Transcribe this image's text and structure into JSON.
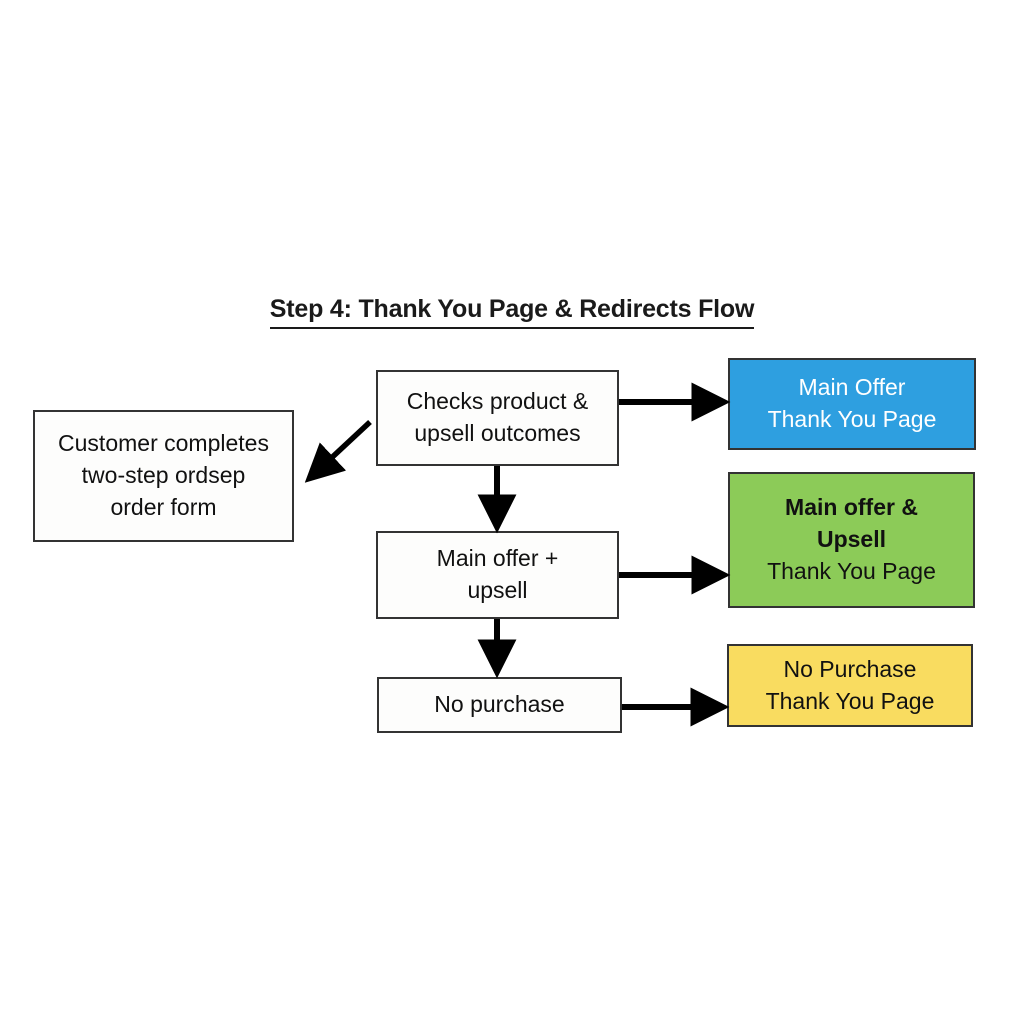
{
  "title": "Step 4: Thank You Page & Redirects Flow",
  "nodes": {
    "customer": {
      "line1": "Customer completes",
      "line2": "two-step ordsep",
      "line3": "order form"
    },
    "checks": {
      "line1": "Checks product &",
      "line2": "upsell outcomes"
    },
    "main_offer_upsell": {
      "line1": "Main offer +",
      "line2": "upsell"
    },
    "no_purchase": {
      "line1": "No purchase"
    },
    "blue_thank_you": {
      "line1": "Main Offer",
      "line2": "Thank You Page"
    },
    "green_thank_you": {
      "line1": "Main offer &",
      "line2": "Upsell",
      "line3": "Thank You Page"
    },
    "yellow_thank_you": {
      "line1": "No Purchase",
      "line2": "Thank You Page"
    }
  },
  "colors": {
    "blue": "#2E9FE0",
    "green": "#8CCB58",
    "yellow": "#F9DC60",
    "outline": "#333333",
    "text_dark": "#111111",
    "text_light": "#FFFFFF",
    "background": "#FFFFFF"
  },
  "connectors": [
    {
      "name": "checks-to-customer",
      "from": "checks",
      "to": "customer",
      "direction": "diagonal-down-left"
    },
    {
      "name": "checks-to-main-offer",
      "from": "checks",
      "to": "main_offer_upsell",
      "direction": "down"
    },
    {
      "name": "main-offer-to-no-purchase",
      "from": "main_offer_upsell",
      "to": "no_purchase",
      "direction": "down"
    },
    {
      "name": "checks-to-blue",
      "from": "checks",
      "to": "blue_thank_you",
      "direction": "right"
    },
    {
      "name": "main-offer-to-green",
      "from": "main_offer_upsell",
      "to": "green_thank_you",
      "direction": "right"
    },
    {
      "name": "no-purchase-to-yellow",
      "from": "no_purchase",
      "to": "yellow_thank_you",
      "direction": "right"
    }
  ]
}
